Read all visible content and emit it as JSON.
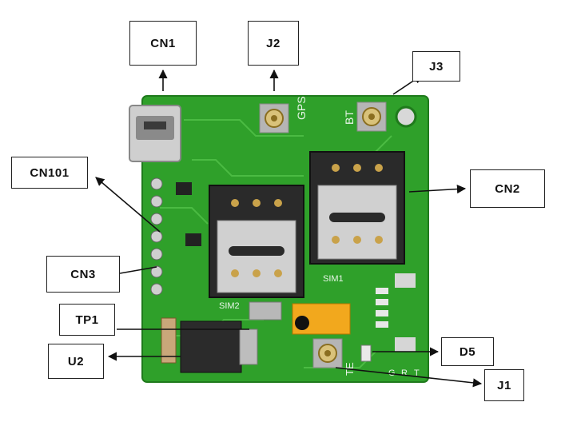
{
  "labels": {
    "cn1": "CN1",
    "j2": "J2",
    "j3": "J3",
    "cn101": "CN101",
    "cn2": "CN2",
    "cn3": "CN3",
    "tp1": "TP1",
    "u2": "U2",
    "d5": "D5",
    "j1": "J1"
  },
  "silkscreen": {
    "gps": "GPS",
    "bt": "BT",
    "sim1": "SIM1",
    "sim2": "SIM2",
    "te": "TE",
    "gnd": "G",
    "rx": "R",
    "tx": "T"
  },
  "colors": {
    "pcb": "#2fa02a",
    "pcb_dark": "#1f7a1c",
    "silk": "#e8f5e8",
    "metal": "#c9c9c9",
    "sim_holder": "#2a2a2a",
    "capacitor": "#f2a81d"
  }
}
